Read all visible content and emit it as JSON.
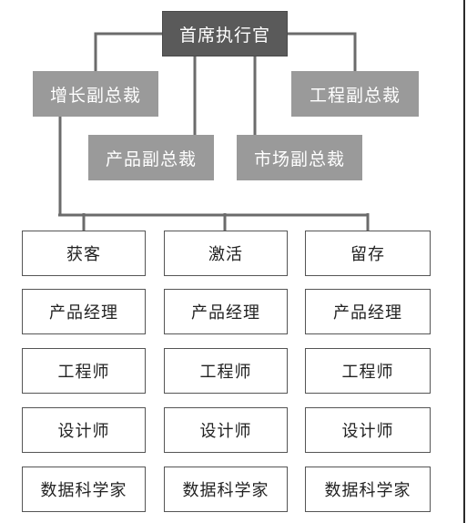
{
  "ceo": {
    "label": "首席执行官"
  },
  "vps": {
    "growth": "增长副总裁",
    "engineering": "工程副总裁",
    "product": "产品副总裁",
    "marketing": "市场副总裁"
  },
  "teams": [
    {
      "name": "获客",
      "roles": [
        "产品经理",
        "工程师",
        "设计师",
        "数据科学家"
      ]
    },
    {
      "name": "激活",
      "roles": [
        "产品经理",
        "工程师",
        "设计师",
        "数据科学家"
      ]
    },
    {
      "name": "留存",
      "roles": [
        "产品经理",
        "工程师",
        "设计师",
        "数据科学家"
      ]
    }
  ],
  "colors": {
    "ceo_fill": "#5a5a5a",
    "vp_fill": "#9a9a9a",
    "connector": "#6b6b6b",
    "cell_border": "#555555"
  }
}
